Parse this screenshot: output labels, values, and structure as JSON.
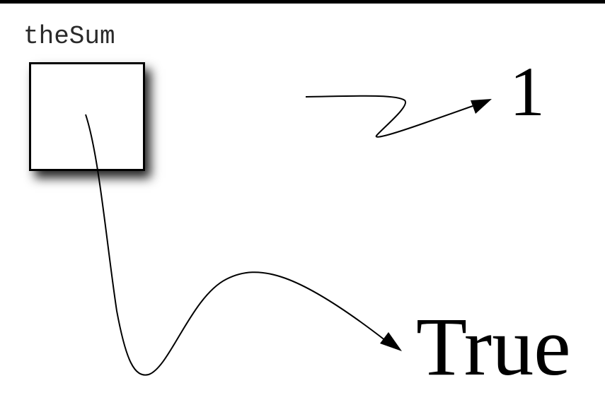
{
  "variable": {
    "name": "theSum"
  },
  "objects": {
    "old_value": "1",
    "new_value": "True"
  },
  "colors": {
    "ink": "#000000",
    "box_fill": "#ffffff",
    "label": "#2a2a2a"
  }
}
